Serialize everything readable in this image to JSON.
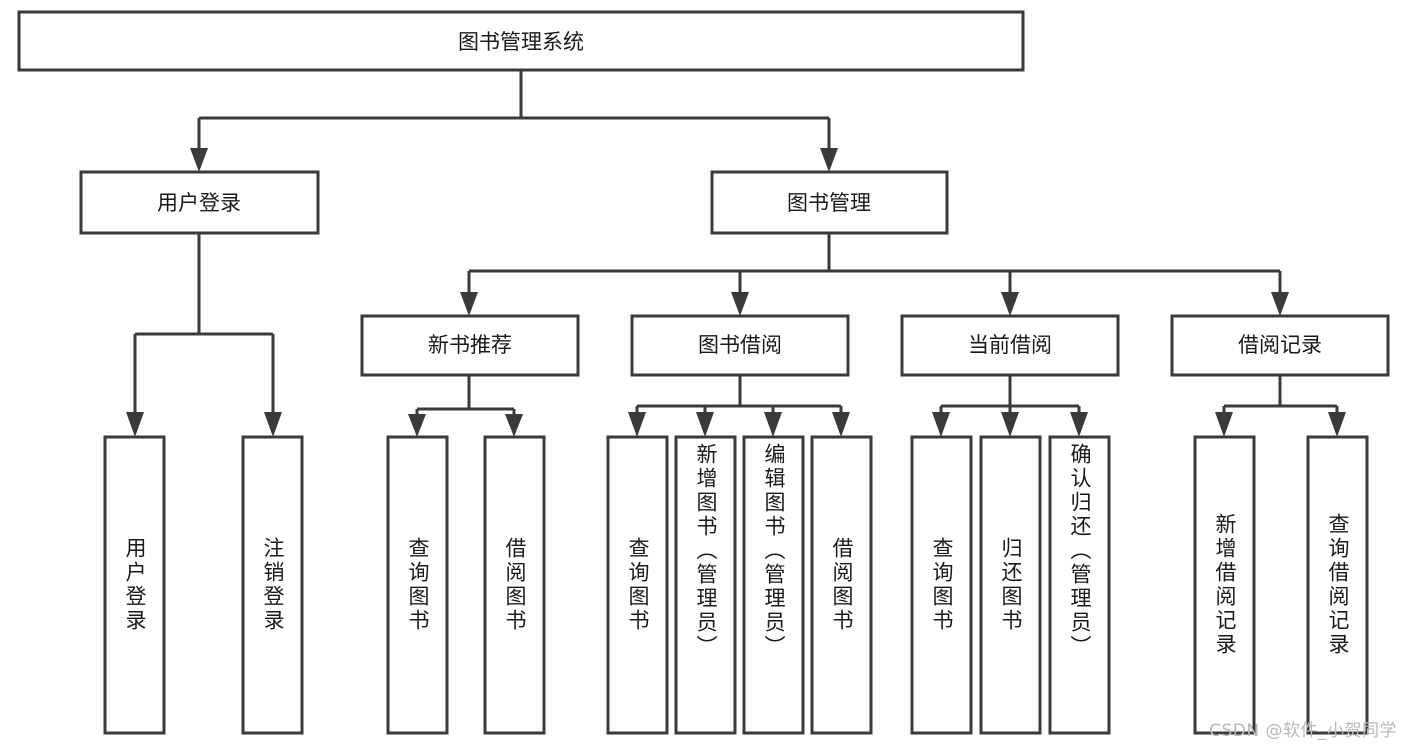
{
  "diagram": {
    "title": "图书管理系统",
    "type": "tree",
    "orientation": "top-down",
    "colors": {
      "box_fill": "#ffffff",
      "box_stroke": "#3a3a3a",
      "text": "#1a1a1a",
      "background": "#ffffff",
      "watermark": "#b9b9b9"
    },
    "root": {
      "label": "图书管理系统"
    },
    "level1": [
      {
        "label": "用户登录"
      },
      {
        "label": "图书管理"
      }
    ],
    "level2": [
      {
        "label": "新书推荐"
      },
      {
        "label": "图书借阅"
      },
      {
        "label": "当前借阅"
      },
      {
        "label": "借阅记录"
      }
    ],
    "leaves": {
      "user_login": [
        {
          "label": "用户登录"
        },
        {
          "label": "注销登录"
        }
      ],
      "new_book_recommend": [
        {
          "label": "查询图书"
        },
        {
          "label": "借阅图书"
        }
      ],
      "book_borrow": [
        {
          "label": "查询图书"
        },
        {
          "label": "新增图书（管理员）"
        },
        {
          "label": "编辑图书（管理员）"
        },
        {
          "label": "借阅图书"
        }
      ],
      "current_borrow": [
        {
          "label": "查询图书"
        },
        {
          "label": "归还图书"
        },
        {
          "label": "确认归还（管理员）"
        }
      ],
      "borrow_record": [
        {
          "label": "新增借阅记录"
        },
        {
          "label": "查询借阅记录"
        }
      ]
    }
  },
  "watermark": {
    "text": "CSDN @软件_小贺同学"
  }
}
